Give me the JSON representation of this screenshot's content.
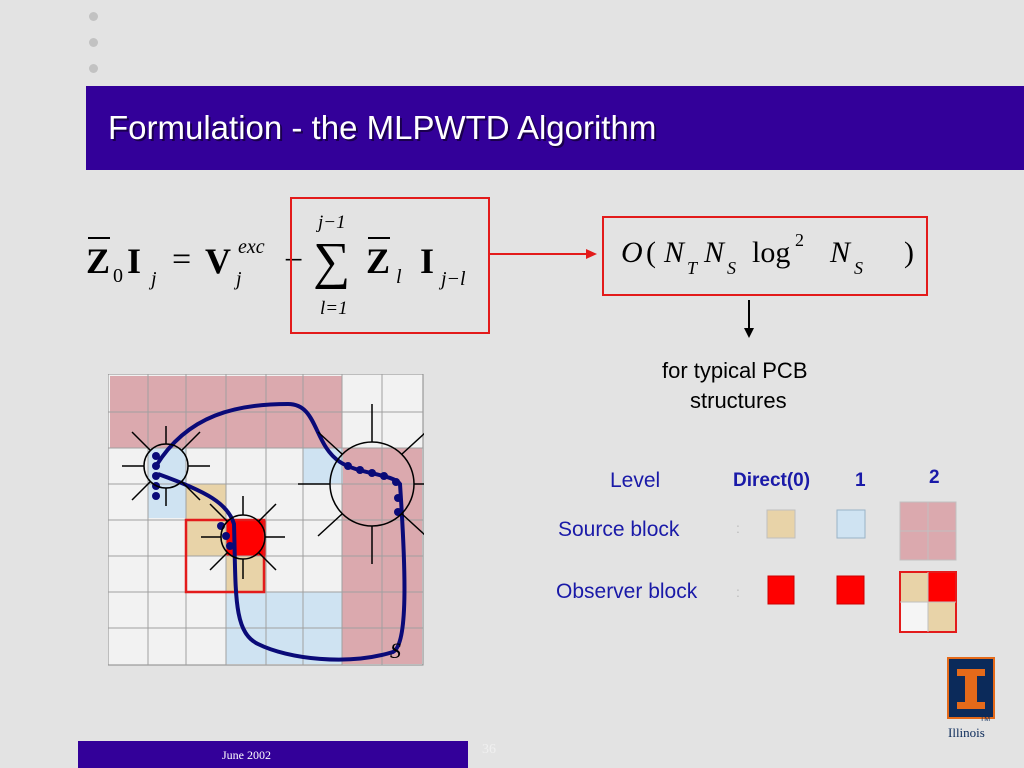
{
  "slide": {
    "title": "Formulation - the MLPWTD Algorithm",
    "equation": {
      "lhs_Z": "Z",
      "lhs_Z_sub": "0",
      "lhs_I": "I",
      "lhs_I_sub": "j",
      "equals": "=",
      "V": "V",
      "V_sup": "exc",
      "V_sub": "j",
      "minus": "−",
      "sum_upper": "j−1",
      "sum_symbol": "∑",
      "sum_lower": "l=1",
      "Z": "Z",
      "Z_sub": "l",
      "I": "I",
      "I_sub": "j−l"
    },
    "complexity": {
      "O": "O",
      "open": "(",
      "N": "N",
      "T_sub": "T",
      "N2": "N",
      "S_sub": "S",
      "log": "log",
      "log_sup": "2",
      "N3": "N",
      "S_sub2": "S",
      "close": ")"
    },
    "complexity_note": [
      "for typical PCB",
      "structures"
    ],
    "figure_label": "S",
    "legend": {
      "level_label": "Level",
      "col_direct": "Direct(0)",
      "col_1": "1",
      "col_2": "2",
      "source_label": "Source block",
      "observer_label": "Observer block",
      "separator": ":"
    },
    "colors": {
      "title_bg": "#330099",
      "red_box": "#e31b1b",
      "tan": "#e8d3a8",
      "light_blue": "#cfe3f2",
      "pink": "#dba9ae",
      "path": "#0a0a78",
      "observer_red": "#ff0000"
    },
    "footer": {
      "date": "June 2002",
      "page": "36",
      "logo_caption": "Illinois",
      "tm": "TM"
    }
  }
}
